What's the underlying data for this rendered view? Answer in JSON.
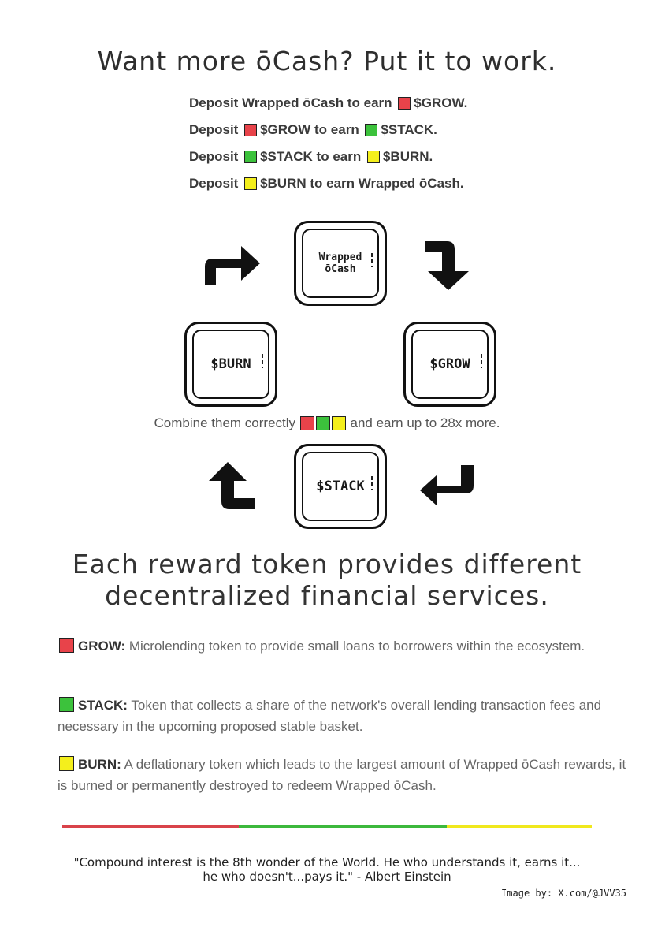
{
  "title": "Want more ōCash? Put it to work.",
  "steps": [
    {
      "pre": "Deposit Wrapped ōCash to earn",
      "mid": "",
      "post": "$GROW."
    },
    {
      "pre": "Deposit",
      "mid": "$GROW to earn",
      "post": "$STACK."
    },
    {
      "pre": "Deposit",
      "mid": "$STACK to earn",
      "post": "$BURN."
    },
    {
      "pre": "Deposit",
      "mid": "$BURN to earn Wrapped ōCash.",
      "post": ""
    }
  ],
  "keys": {
    "wrapped_line1": "Wrapped",
    "wrapped_line2": "ōCash",
    "burn": "$BURN",
    "grow": "$GROW",
    "stack": "$STACK"
  },
  "combine": {
    "pre": "Combine them correctly",
    "post": "and earn up to 28x more."
  },
  "heading2": {
    "line1": "Each reward token provides different",
    "line2": "decentralized financial services."
  },
  "descriptions": [
    {
      "name": "GROW:",
      "text": "Microlending token to provide small loans to borrowers within the ecosystem."
    },
    {
      "name": "STACK:",
      "text": "Token that collects a share of the network's overall lending transaction fees and necessary in the upcoming proposed stable basket."
    },
    {
      "name": "BURN:",
      "text": "A deflationary token which leads to the largest amount of Wrapped ōCash rewards, it is burned or permanently destroyed to redeem Wrapped ōCash."
    }
  ],
  "colors": {
    "grow": "#e8434a",
    "stack": "#3cc23c",
    "burn": "#f4ef1c"
  },
  "quote": {
    "line1": "\"Compound interest is the 8th wonder of the World. He who understands it, earns it...",
    "line2": "he who doesn't...pays it.\" - Albert Einstein"
  },
  "credit": "Image by: X.com/@JVV35"
}
